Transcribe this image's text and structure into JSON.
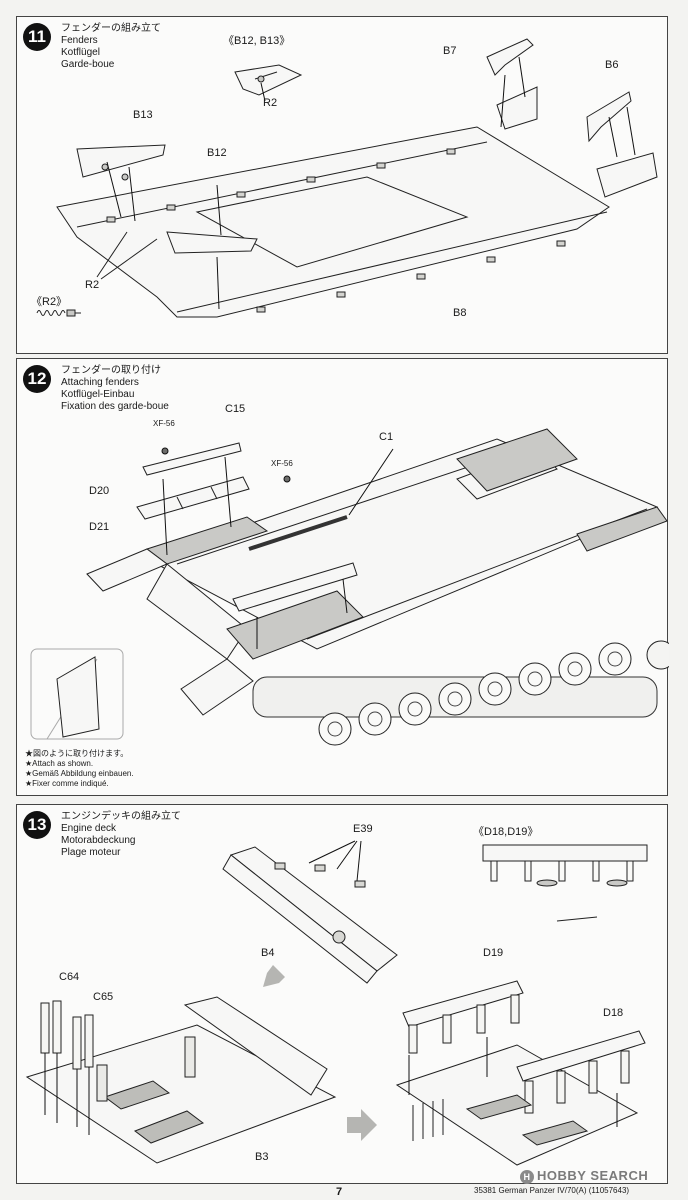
{
  "steps": [
    {
      "number": "11",
      "titles": [
        "フェンダーの組み立て",
        "Fenders",
        "Kotflügel",
        "Garde-boue"
      ],
      "labels": {
        "b12_b13_group": "《B12, B13》",
        "r2_top": "R2",
        "b7": "B7",
        "b6": "B6",
        "b13": "B13",
        "b12": "B12",
        "r2_bottom": "R2",
        "r2_group": "《R2》",
        "b8": "B8"
      }
    },
    {
      "number": "12",
      "titles": [
        "フェンダーの取り付け",
        "Attaching fenders",
        "Kotflügel-Einbau",
        "Fixation des garde-boue"
      ],
      "labels": {
        "c15": "C15",
        "xf56_left": "XF-56",
        "c1": "C1",
        "xf56_mid": "XF-56",
        "d20": "D20",
        "d21": "D21"
      },
      "notes": [
        "★図のように取り付けます。",
        "★Attach as shown.",
        "★Gemäß Abbildung einbauen.",
        "★Fixer comme indiqué."
      ]
    },
    {
      "number": "13",
      "titles": [
        "エンジンデッキの組み立て",
        "Engine deck",
        "Motorabdeckung",
        "Plage moteur"
      ],
      "labels": {
        "e39": "E39",
        "d18_d19_group": "《D18,D19》",
        "b4": "B4",
        "c64": "C64",
        "c65": "C65",
        "d19": "D19",
        "d18": "D18",
        "b3": "B3"
      }
    }
  ],
  "footer": {
    "page_number": "7",
    "code": "35381  German Panzer IV/70(A) (11057643)"
  },
  "watermark": {
    "circle": "H",
    "text": "HOBBY SEARCH"
  }
}
